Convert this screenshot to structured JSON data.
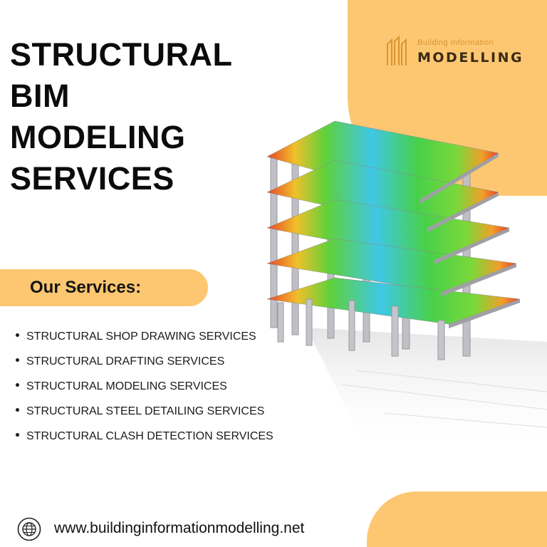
{
  "brand": {
    "top_line": "Building Information",
    "name": "MODELLING",
    "logo_icon": "building-pillars-icon",
    "accent_color": "#fdc772"
  },
  "headline": {
    "lines": [
      "STRUCTURAL",
      "BIM",
      "MODELING",
      "SERVICES"
    ]
  },
  "services": {
    "title": "Our Services:",
    "items": [
      "STRUCTURAL SHOP DRAWING SERVICES",
      "STRUCTURAL DRAFTING SERVICES",
      "STRUCTURAL MODELING SERVICES",
      "STRUCTURAL STEEL DETAILING SERVICES",
      "STRUCTURAL CLASH DETECTION SERVICES"
    ]
  },
  "footer": {
    "website": "www.buildinginformationmodelling.net",
    "icon": "globe-icon"
  }
}
